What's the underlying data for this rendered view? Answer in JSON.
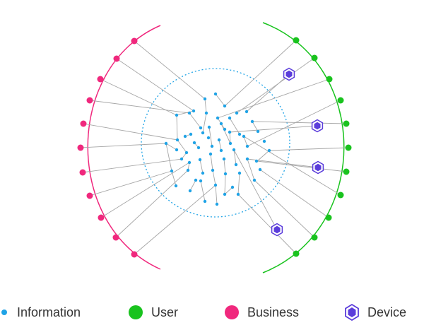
{
  "legend": [
    {
      "label": "Information",
      "shape": "dot",
      "color": "#1fa3e6",
      "icon": "small-dot-icon"
    },
    {
      "label": "User",
      "shape": "circle",
      "color": "#19c31e",
      "icon": "circle-icon"
    },
    {
      "label": "Business",
      "shape": "circle",
      "color": "#f0287d",
      "icon": "circle-icon"
    },
    {
      "label": "Device",
      "shape": "hexagon",
      "color": "#5b3ddb",
      "icon": "hexagon-icon"
    }
  ],
  "colors": {
    "information": "#1fa3e6",
    "user": "#19c31e",
    "business": "#f0287d",
    "device": "#5b3ddb",
    "link": "#a6a6a6"
  }
}
